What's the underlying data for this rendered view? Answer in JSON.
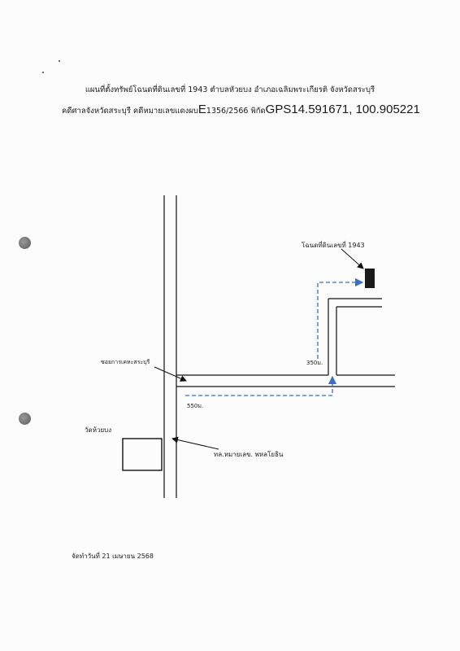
{
  "header": {
    "line1": "แผนที่ตั้งทรัพย์โฉนดที่ดินเลขที่ 1943 ตำบลหัวยบง อำเภอเฉลิมพระเกียรติ จังหวัดสระบุรี",
    "line2_prefix": "คดีศาลจังหวัดสระบุรี คดีหมายเลขแดงผบ",
    "line2_case_letter": "E",
    "line2_case_no": "1356/2566 พิกัด",
    "line2_gps": "GPS14.591671, 100.905221"
  },
  "map": {
    "parcel_label": "โฉนดที่ดินเลขที่ 1943",
    "soi_label": "ซอยการเคหะสระบุรี",
    "highway_label": "ทล.หมายเลข. พหลโยธิน",
    "temple_label": "วัดห้วยบง",
    "distance_1": "550ม.",
    "distance_2": "350ม.",
    "route_color": "#3b6fc4",
    "road_color": "#111111",
    "parcel_color": "#1a1a1a"
  },
  "footer": {
    "made_date": "จัดทำวันที่ 21 เมษายน 2568"
  },
  "icons": {
    "punch_hole": "punch-hole-icon",
    "arrow": "arrow-icon"
  }
}
